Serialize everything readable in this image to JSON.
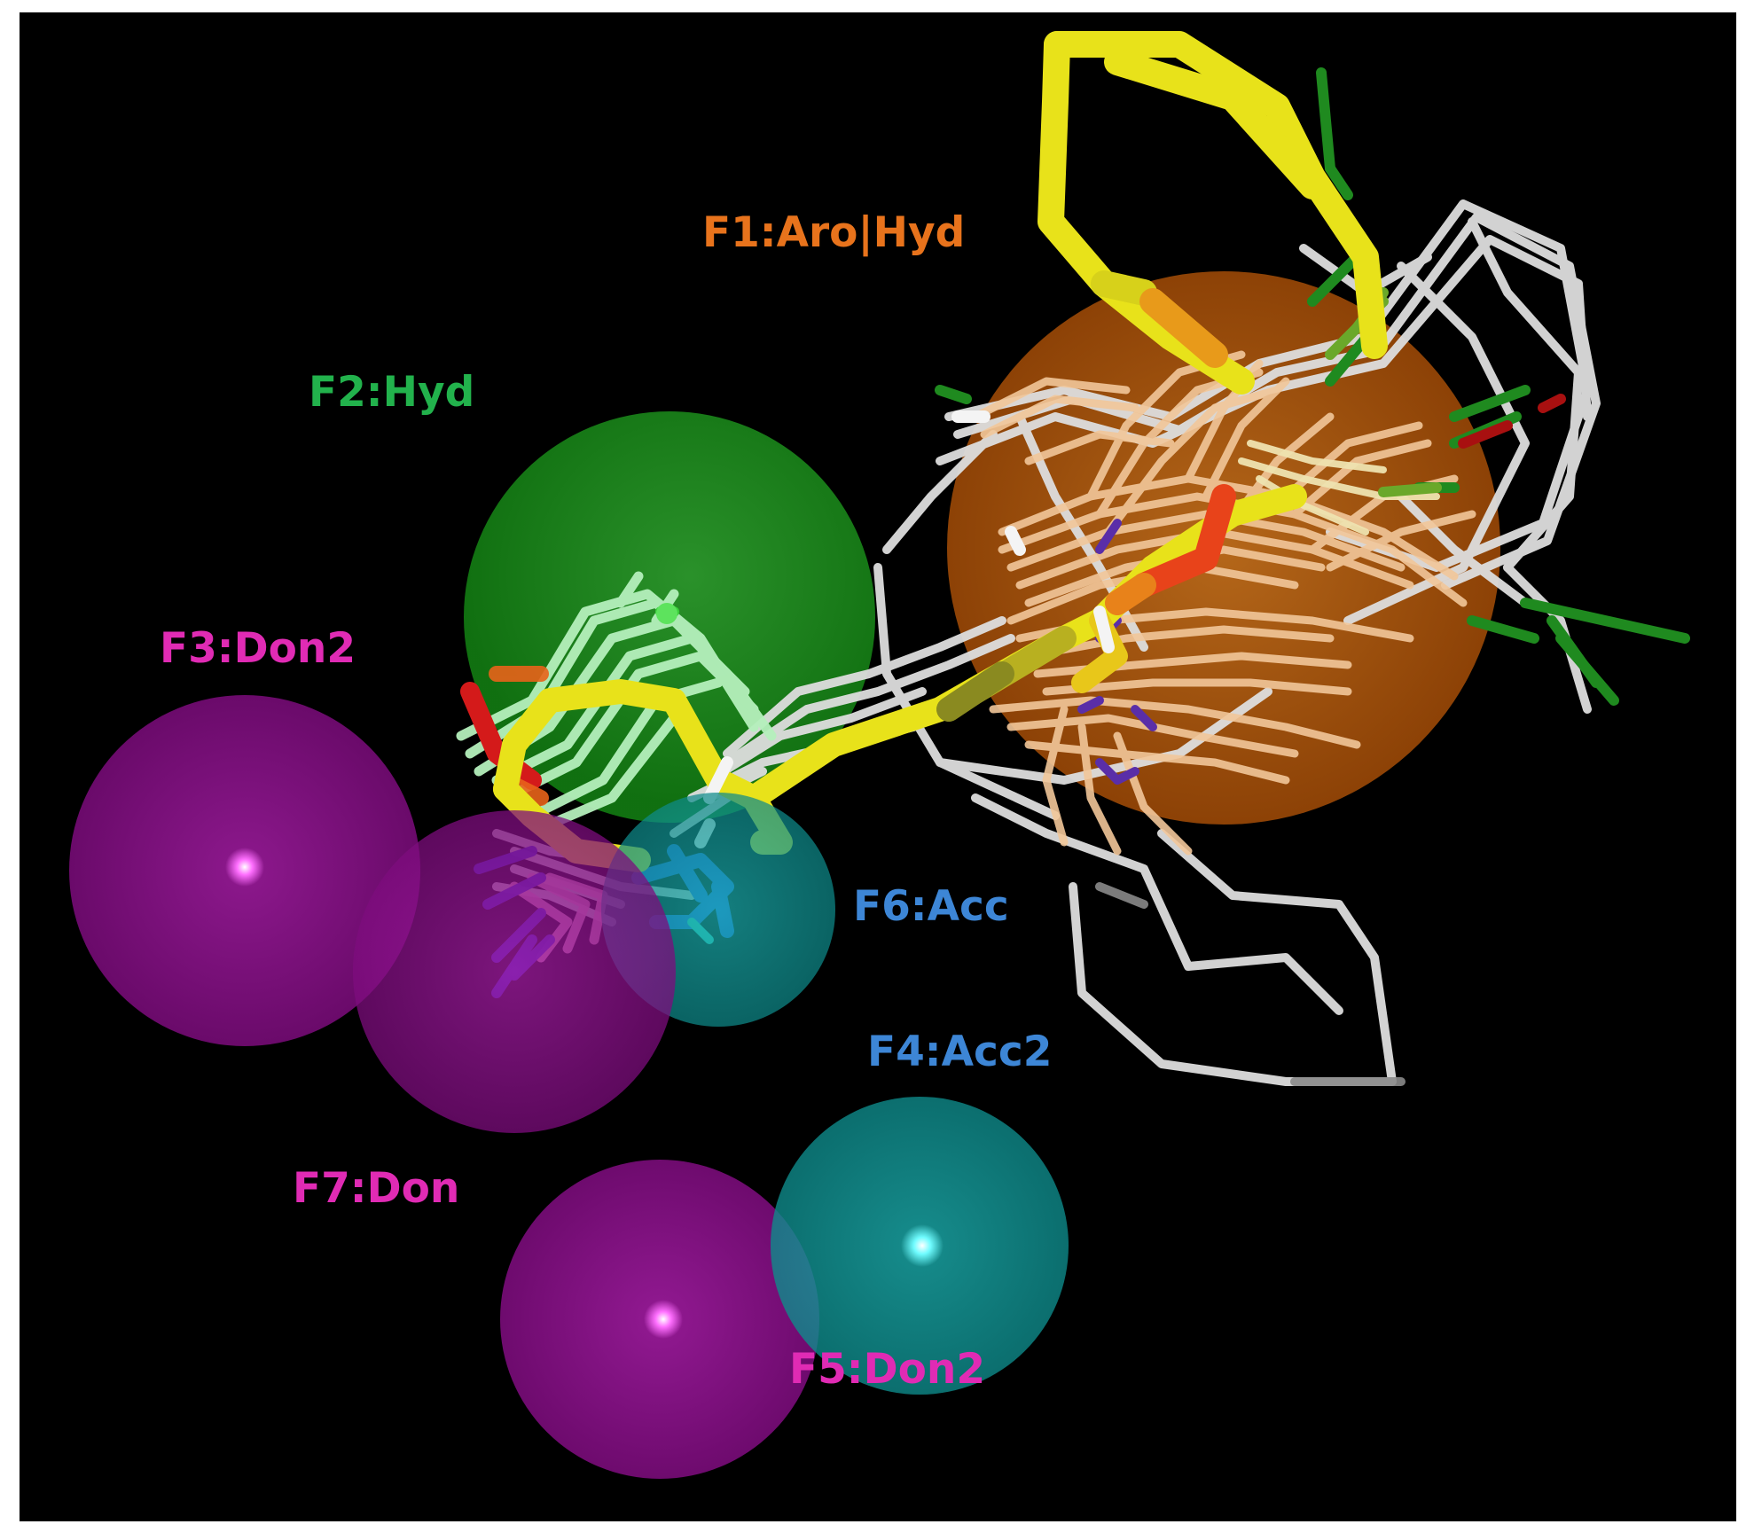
{
  "image": {
    "background": "#000000",
    "frame": "#ffffff"
  },
  "features": [
    {
      "id": "F1",
      "label": "F1:Aro|Hyd",
      "type": "aromatic-hydrophobic",
      "color": "#e8731c",
      "sphere_color": "#d9680e"
    },
    {
      "id": "F2",
      "label": "F2:Hyd",
      "type": "hydrophobic",
      "color": "#22b24c",
      "sphere_color": "#1c9e1c"
    },
    {
      "id": "F3",
      "label": "F3:Don2",
      "type": "donor",
      "color": "#e02bb4",
      "sphere_color": "#9c17a0"
    },
    {
      "id": "F4",
      "label": "F4:Acc2",
      "type": "acceptor",
      "color": "#3d86d6",
      "sphere_color": "#14a3a3"
    },
    {
      "id": "F5",
      "label": "F5:Don2",
      "type": "donor",
      "color": "#e02bb4",
      "sphere_color": "#9c17a0"
    },
    {
      "id": "F6",
      "label": "F6:Acc",
      "type": "acceptor",
      "color": "#3d86d6",
      "sphere_color": "#14a3a3"
    },
    {
      "id": "F7",
      "label": "F7:Don",
      "type": "donor",
      "color": "#e02bb4",
      "sphere_color": "#9c17a0"
    }
  ],
  "molecule_colors": {
    "carbon_white": "#e6e6e6",
    "carbon_tan": "#f2c79a",
    "carbon_mint": "#a8eab0",
    "sulfur_yellow": "#e8e21a",
    "oxygen_red": "#e0301a",
    "nitrogen_blue": "#3a50e0",
    "chlorine_green": "#1f8a1f"
  }
}
